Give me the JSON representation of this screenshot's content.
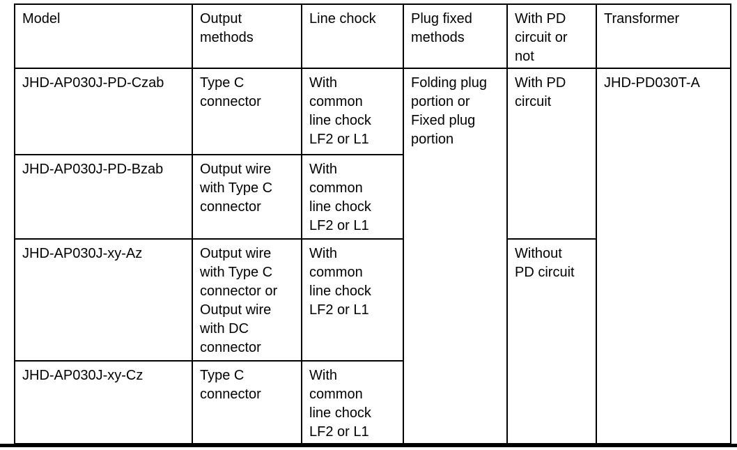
{
  "page": {
    "background": "#ffffff",
    "border_color": "#000000",
    "text_color": "#000000"
  },
  "table": {
    "headers": {
      "model": "Model",
      "output_methods": "Output\nmethods",
      "line_chock": "Line chock",
      "plug_fixed_methods": "Plug fixed\nmethods",
      "pd_circuit": "With PD\ncircuit or\nnot",
      "transformer": "Transformer"
    },
    "rows": [
      {
        "model": "JHD-AP030J-PD-Czab",
        "output_methods": "Type C\nconnector",
        "line_chock": "With\ncommon\nline chock\nLF2 or L1"
      },
      {
        "model": "JHD-AP030J-PD-Bzab",
        "output_methods": "Output wire\nwith Type C\nconnector",
        "line_chock": "With\ncommon\nline chock\nLF2 or L1"
      },
      {
        "model": "JHD-AP030J-xy-Az",
        "output_methods": "Output wire\nwith Type C\nconnector or\nOutput wire\nwith DC\nconnector",
        "line_chock": "With\ncommon\nline chock\nLF2 or L1"
      },
      {
        "model": "JHD-AP030J-xy-Cz",
        "output_methods": "Type C\nconnector",
        "line_chock": "With\ncommon\nline chock\nLF2 or L1"
      }
    ],
    "merged_cells": {
      "plug_fixed_methods": "Folding plug\nportion or\nFixed plug\nportion",
      "with_pd_circuit": "With PD\ncircuit",
      "without_pd_circuit": "Without\nPD circuit",
      "transformer": "JHD-PD030T-A"
    }
  }
}
